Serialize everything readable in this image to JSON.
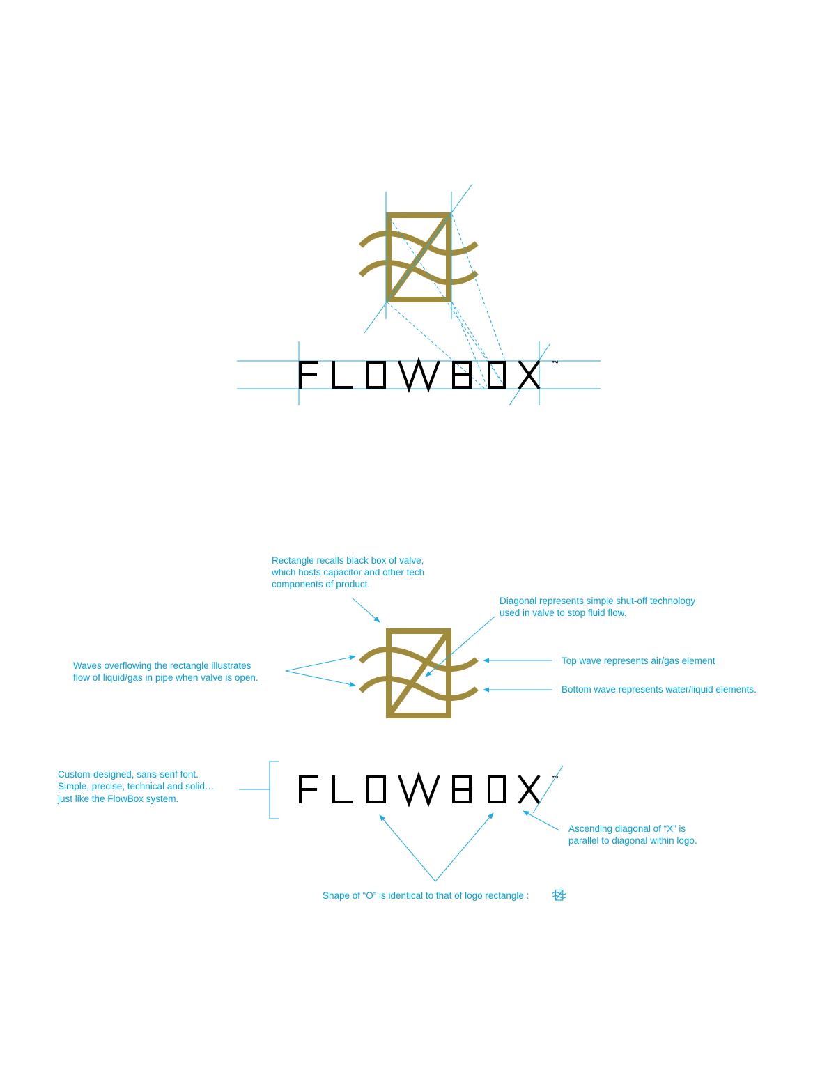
{
  "logo": {
    "wordmark": "FLOWBOX",
    "tm": "™",
    "gold_color": "#a08b3c",
    "guide_color": "#1aace6"
  },
  "annotations": {
    "rectangle": [
      "Rectangle recalls black box of valve,",
      "which hosts capacitor and other tech",
      "components of product."
    ],
    "diagonal": [
      "Diagonal represents simple shut-off technology",
      "used in valve to stop fluid flow."
    ],
    "waves": [
      "Waves overflowing the rectangle illustrates",
      "flow of liquid/gas in pipe when valve is open."
    ],
    "top_wave": "Top wave represents air/gas element",
    "bottom_wave": "Bottom wave represents water/liquid elements.",
    "font": [
      "Custom-designed, sans-serif font.",
      "Simple, precise, technical and solid…",
      "just like the FlowBox system."
    ],
    "x_diagonal": [
      "Ascending diagonal of “X” is",
      "parallel to diagonal within logo."
    ],
    "o_shape": "Shape of “O” is identical to that of logo rectangle :"
  }
}
